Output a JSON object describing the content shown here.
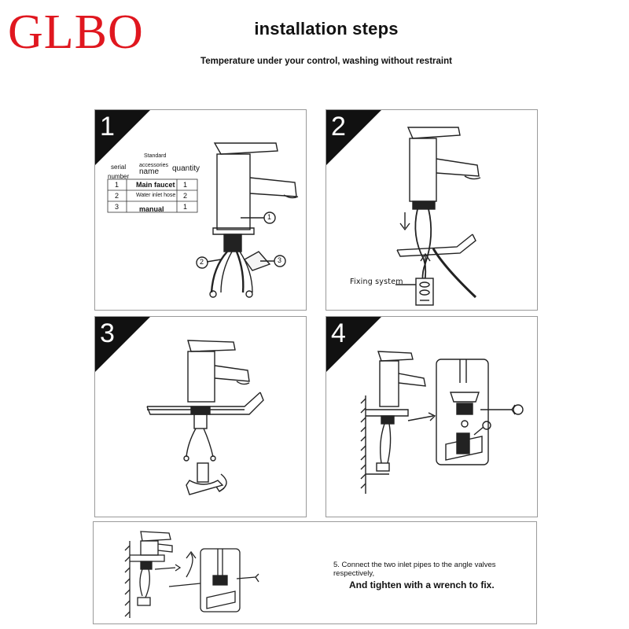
{
  "brand": {
    "logo": "GLBO",
    "color": "#e0171f"
  },
  "header": {
    "title": "installation steps",
    "subtitle": "Temperature under your control, washing without restraint"
  },
  "steps": [
    {
      "number": "1"
    },
    {
      "number": "2",
      "fixing_label": "Fixing system"
    },
    {
      "number": "3"
    },
    {
      "number": "4"
    }
  ],
  "parts_table": {
    "header_standard": "Standard",
    "header_serial": "serial",
    "header_number": "number",
    "header_accessories": "accessories",
    "header_name": "name",
    "header_quantity": "quantity",
    "rows": [
      {
        "no": "1",
        "name": "Main faucet",
        "qty": "1"
      },
      {
        "no": "2",
        "name": "Water inlet hose",
        "qty": "2"
      },
      {
        "no": "3",
        "name": "manual",
        "qty": "1"
      }
    ]
  },
  "callouts": [
    "1",
    "2",
    "3"
  ],
  "step5": {
    "line1": "5. Connect the two inlet pipes to the angle valves respectively,",
    "line2": "And tighten with a wrench to fix."
  }
}
